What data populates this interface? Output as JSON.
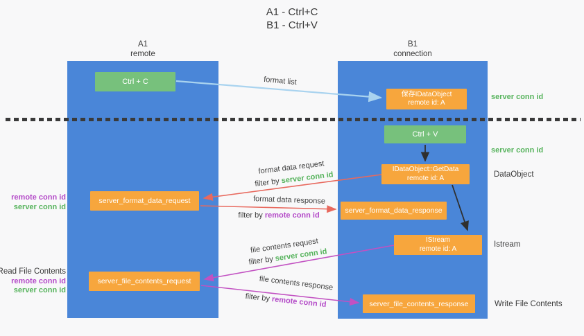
{
  "title": {
    "line1": "A1 - Ctrl+C",
    "line2": "B1 - Ctrl+V"
  },
  "lanes": {
    "a": {
      "name": "A1",
      "subtitle": "remote"
    },
    "b": {
      "name": "B1",
      "subtitle": "connection"
    }
  },
  "nodes": {
    "ctrl_c": {
      "label": "Ctrl + C"
    },
    "save_idataobject": {
      "line1": "保存IDataObject",
      "line2": "remote id: A"
    },
    "ctrl_v": {
      "label": "Ctrl + V"
    },
    "getdata": {
      "line1": "IDataObject::GetData",
      "line2": "remote id: A"
    },
    "format_request": {
      "label": "server_format_data_request"
    },
    "format_response": {
      "label": "server_format_data_response"
    },
    "istream": {
      "line1": "IStream",
      "line2": "remote id: A"
    },
    "file_request": {
      "label": "server_file_contents_request"
    },
    "file_response": {
      "label": "server_file_contents_response"
    }
  },
  "edge_labels": {
    "format_list": "format list",
    "format_data_request": "format data request",
    "format_data_response": "format data response",
    "file_contents_request": "file contents request",
    "file_contents_response": "file contents response",
    "filter_by": "filter by",
    "server_conn_id": "server conn id",
    "remote_conn_id": "remote conn id"
  },
  "annotations": {
    "server_conn_id_top": "server conn id",
    "server_conn_id_mid": "server conn id",
    "dataobject": "DataObject",
    "istream": "Istream",
    "write_file_contents": "Write File Contents",
    "read_file_contents": "Read File Contents",
    "mid_left": {
      "remote": "remote conn id",
      "server": "server conn id"
    },
    "bottom_left": {
      "remote": "remote conn id",
      "server": "server conn id"
    }
  },
  "palette": {
    "lane_blue": "#4a86d8",
    "node_green": "#77c17c",
    "node_orange": "#f7a63d",
    "arrow_blue": "#a9d3ef",
    "arrow_red": "#e8695e",
    "arrow_magenta": "#c251c2",
    "arrow_black": "#2f2f2f",
    "text_green": "#56b35c",
    "text_purple": "#b44bc8",
    "text_dark": "#3a3a3a",
    "background": "#f8f8f9",
    "divider_dark": "#3a3a3a"
  }
}
